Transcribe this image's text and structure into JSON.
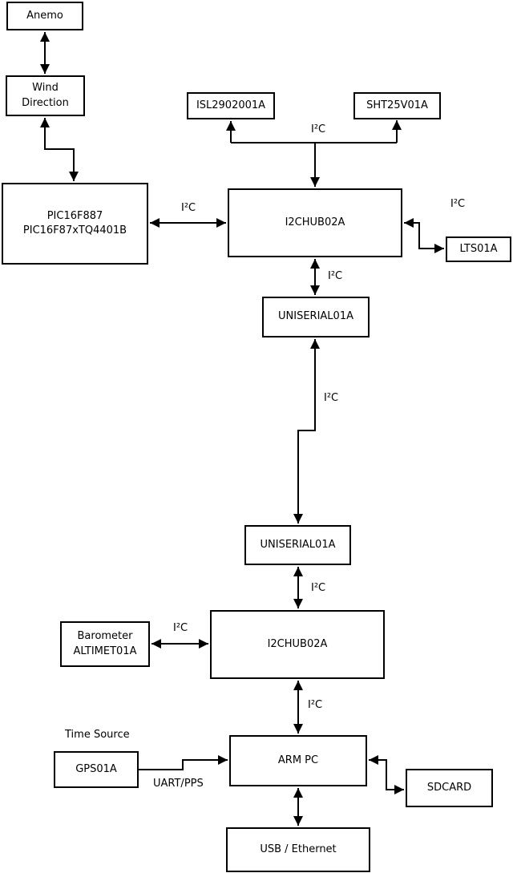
{
  "diagram": {
    "nodes": {
      "anemo": {
        "label": "Anemo"
      },
      "wind": {
        "label": "Wind\nDirection"
      },
      "pic": {
        "label": "PIC16F887\nPIC16F87xTQ4401B"
      },
      "isl": {
        "label": "ISL2902001A"
      },
      "sht": {
        "label": "SHT25V01A"
      },
      "hub1": {
        "label": "I2CHUB02A"
      },
      "lts": {
        "label": "LTS01A"
      },
      "uniserial1": {
        "label": "UNISERIAL01A"
      },
      "uniserial2": {
        "label": "UNISERIAL01A"
      },
      "hub2": {
        "label": "I2CHUB02A"
      },
      "barometer": {
        "label": "Barometer\nALTIMET01A"
      },
      "gps": {
        "label": "GPS01A"
      },
      "armpc": {
        "label": "ARM PC"
      },
      "sdcard": {
        "label": "SDCARD"
      },
      "usb": {
        "label": "USB / Ethernet"
      }
    },
    "edge_labels": {
      "i2c": "I²C",
      "uart_pps": "UART/PPS",
      "time_source": "Time Source"
    },
    "connections": [
      {
        "from": "Anemo",
        "to": "Wind Direction",
        "direction": "both",
        "label": ""
      },
      {
        "from": "Wind Direction",
        "to": "PIC16F887 PIC16F87xTQ4401B",
        "direction": "both",
        "label": ""
      },
      {
        "from": "PIC16F887 PIC16F87xTQ4401B",
        "to": "I2CHUB02A (top)",
        "direction": "both",
        "label": "I²C"
      },
      {
        "from": "I2CHUB02A (top)",
        "to": "ISL2902001A",
        "direction": "both",
        "label": "I²C"
      },
      {
        "from": "I2CHUB02A (top)",
        "to": "SHT25V01A",
        "direction": "both",
        "label": "I²C"
      },
      {
        "from": "I2CHUB02A (top)",
        "to": "LTS01A",
        "direction": "both",
        "label": "I²C"
      },
      {
        "from": "I2CHUB02A (top)",
        "to": "UNISERIAL01A (upper)",
        "direction": "both",
        "label": "I²C"
      },
      {
        "from": "UNISERIAL01A (upper)",
        "to": "UNISERIAL01A (lower)",
        "direction": "both",
        "label": "I²C"
      },
      {
        "from": "UNISERIAL01A (lower)",
        "to": "I2CHUB02A (bottom)",
        "direction": "both",
        "label": "I²C"
      },
      {
        "from": "Barometer ALTIMET01A",
        "to": "I2CHUB02A (bottom)",
        "direction": "both",
        "label": "I²C"
      },
      {
        "from": "I2CHUB02A (bottom)",
        "to": "ARM PC",
        "direction": "both",
        "label": "I²C"
      },
      {
        "from": "GPS01A",
        "to": "ARM PC",
        "direction": "one-way",
        "label": "UART/PPS"
      },
      {
        "from": "ARM PC",
        "to": "SDCARD",
        "direction": "both",
        "label": ""
      },
      {
        "from": "ARM PC",
        "to": "USB / Ethernet",
        "direction": "both",
        "label": ""
      }
    ]
  }
}
